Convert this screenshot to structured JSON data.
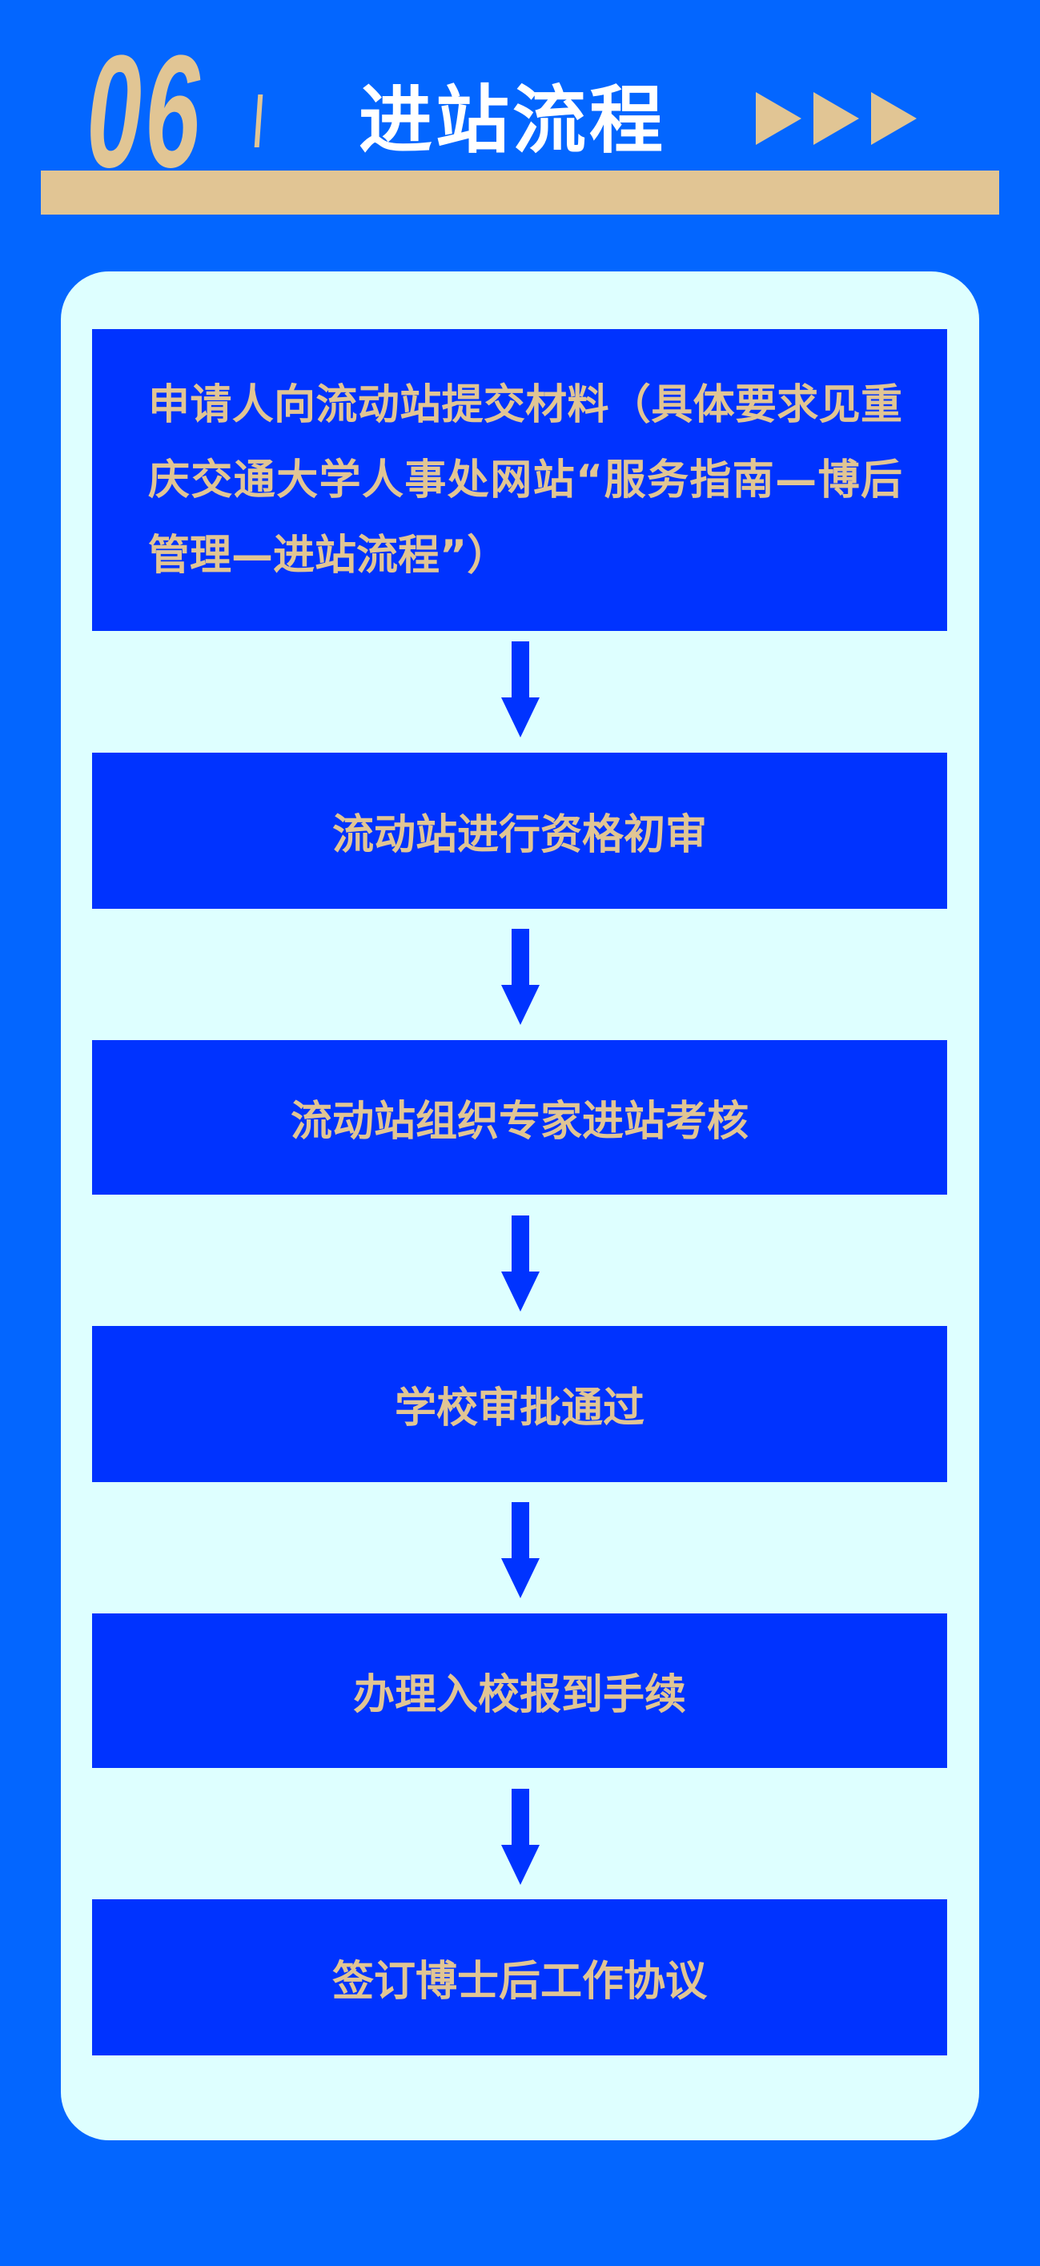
{
  "header": {
    "number": "06",
    "title": "进站流程"
  },
  "steps": [
    {
      "label": "申请人向流动站提交材料（具体要求见重庆交通大学人事处网站“服务指南—博后管理—进站流程”）"
    },
    {
      "label": "流动站进行资格初审"
    },
    {
      "label": "流动站组织专家进站考核"
    },
    {
      "label": "学校审批通过"
    },
    {
      "label": "办理入校报到手续"
    },
    {
      "label": "签订博士后工作协议"
    }
  ],
  "colors": {
    "background": "#0366FF",
    "accent": "#E1C594",
    "card": "#DEFFFF",
    "step": "#0033FF"
  }
}
